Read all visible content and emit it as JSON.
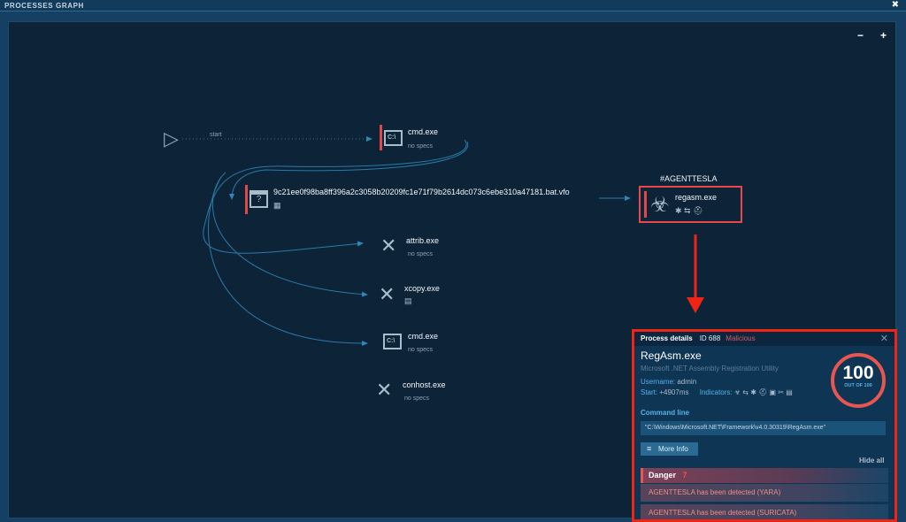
{
  "window": {
    "title": "PROCESSES GRAPH",
    "close": "✖"
  },
  "zoom": {
    "minus": "−",
    "plus": "+"
  },
  "graph": {
    "start_label": "start",
    "nodes": [
      {
        "name": "cmd.exe",
        "specs": "no specs",
        "icon": "terminal-icon",
        "icon_text": "C:\\"
      },
      {
        "name": "9c21ee0f98ba8ff396a2c3058b20209fc1e71f79b2614dc073c6ebe310a47181.bat.vfo",
        "icon": "unknown-window-icon"
      },
      {
        "name": "regasm.exe",
        "tag": "#AGENTTESLA",
        "icon": "biohazard-icon"
      },
      {
        "name": "attrib.exe",
        "specs": "no specs",
        "icon": "tools-icon"
      },
      {
        "name": "xcopy.exe",
        "icon": "tools-icon"
      },
      {
        "name": "cmd.exe",
        "specs": "no specs",
        "icon": "terminal-icon",
        "icon_text": "C:\\"
      },
      {
        "name": "conhost.exe",
        "specs": "no specs",
        "icon": "tools-icon"
      }
    ]
  },
  "details": {
    "header": "Process details",
    "id": "ID 688",
    "verdict": "Malicious",
    "title": "RegAsm.exe",
    "description": "Microsoft .NET Assembly Registration Utility",
    "username_label": "Username:",
    "username": "admin",
    "start_label": "Start:",
    "start": "+4907ms",
    "indicators_label": "Indicators:",
    "indicators": "☣ ⇆ ✱ ⛑ ▣ ✂ ▤",
    "score": "100",
    "score_out_of": "OUT OF 100",
    "cmd_label": "Command line",
    "cmd": "\"C:\\Windows\\Microsoft.NET\\Framework\\v4.0.30319\\RegAsm.exe\"",
    "more_info": "More Info",
    "hide_all": "Hide all",
    "danger_label": "Danger",
    "danger_count": "7",
    "detections": [
      "AGENTTESLA has been detected (YARA)",
      "AGENTTESLA has been detected (SURICATA)"
    ]
  },
  "colors": {
    "accent": "#55b2ea",
    "danger": "#e9564f",
    "highlight": "#f02414"
  }
}
